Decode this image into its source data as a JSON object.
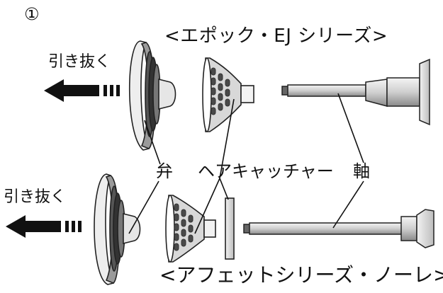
{
  "step_number": "①",
  "title_top": "<エポック・EJ シリーズ>",
  "title_bottom": "<アフェットシリーズ・ノーレ>",
  "pull_label_top": "引き抜く",
  "pull_label_bottom": "引き抜く",
  "part_labels": {
    "valve": "弁",
    "hair_catcher": "ヘアキャッチャー",
    "shaft": "軸"
  }
}
